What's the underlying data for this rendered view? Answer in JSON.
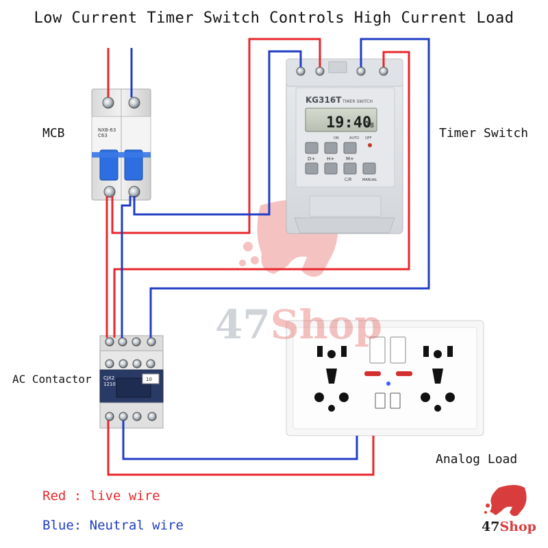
{
  "title": "Low Current Timer Switch Controls High Current Load",
  "labels": {
    "mcb": "MCB",
    "timer": "Timer Switch",
    "contactor": "AC Contactor",
    "load": "Analog Load"
  },
  "legend": {
    "red": "Red : live wire",
    "blue": "Blue: Neutral wire"
  },
  "devices": {
    "mcb_model": "NXB-63",
    "mcb_rating": "C63",
    "timer_model": "KG316T",
    "timer_subtitle": "TIMER SWITCH",
    "timer_time": "19:40",
    "timer_seconds": "48",
    "timer_buttons": [
      "D+",
      "H+",
      "M+"
    ],
    "timer_bottom_buttons": [
      "C/R",
      "MANUAL"
    ],
    "timer_top_labels": [
      "ON",
      "AUTO",
      "OFF"
    ],
    "contactor_model": "CJX2",
    "contactor_code": "1210",
    "contactor_num": "10"
  },
  "watermark": {
    "text_num": "47",
    "text_word": "Shop"
  },
  "colors": {
    "live": "#e8262b",
    "neutral": "#1f3cc4",
    "brand": "#d93c3c"
  }
}
